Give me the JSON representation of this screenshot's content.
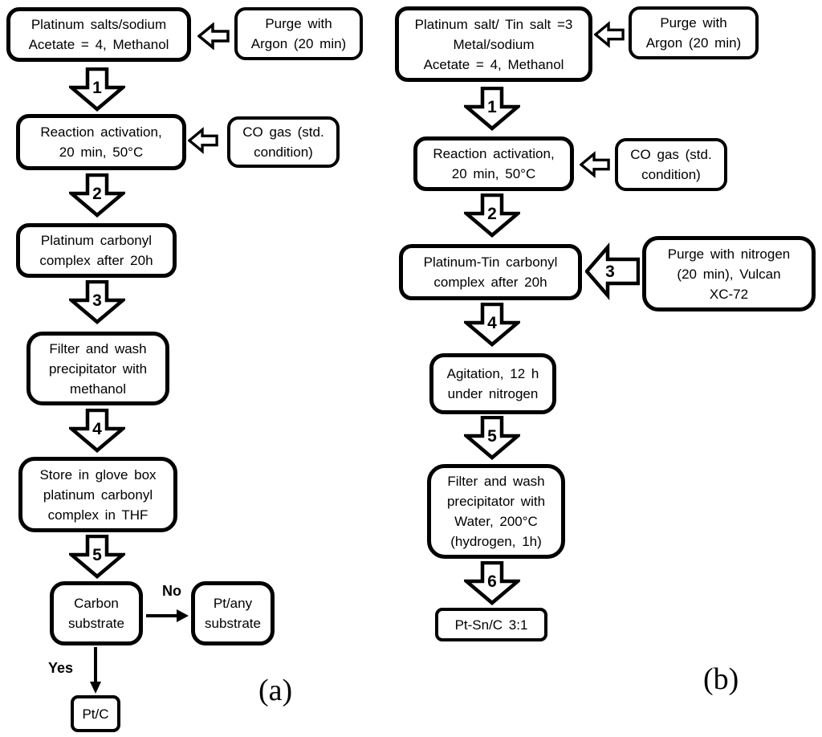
{
  "colors": {
    "ink": "#000000",
    "background": "#ffffff"
  },
  "panel_a": {
    "label": "(a)",
    "box_precursor": "Platinum salts/sodium\nAcetate = 4, Methanol",
    "box_purge_argon": "Purge with\nArgon (20 min)",
    "box_reaction": "Reaction activation,\n20 min, 50°C",
    "box_co_gas": "CO gas (std.\ncondition)",
    "box_carbonyl": "Platinum carbonyl\ncomplex after 20h",
    "box_filter": "Filter and wash\nprecipitator with\nmethanol",
    "box_store": "Store in glove box\nplatinum carbonyl\ncomplex in THF",
    "box_carbon_substrate": "Carbon\nsubstrate",
    "box_pt_any_substrate": "Pt/any\nsubstrate",
    "box_product": "Pt/C",
    "steps": [
      "1",
      "2",
      "3",
      "4",
      "5"
    ],
    "no_label": "No",
    "yes_label": "Yes"
  },
  "panel_b": {
    "label": "(b)",
    "box_precursor": "Platinum salt/ Tin salt =3\nMetal/sodium\nAcetate = 4, Methanol",
    "box_purge_argon": "Purge with\nArgon (20 min)",
    "box_reaction": "Reaction activation,\n20 min, 50°C",
    "box_co_gas": "CO gas (std.\ncondition)",
    "box_carbonyl": "Platinum-Tin carbonyl\ncomplex after 20h",
    "box_purge_nitrogen": "Purge with nitrogen\n(20 min), Vulcan\nXC-72",
    "box_agitation": "Agitation, 12 h\nunder nitrogen",
    "box_filter": "Filter and wash\nprecipitator with\nWater, 200°C\n(hydrogen, 1h)",
    "box_product": "Pt-Sn/C 3:1",
    "steps": [
      "1",
      "2",
      "3",
      "4",
      "5",
      "6"
    ]
  }
}
